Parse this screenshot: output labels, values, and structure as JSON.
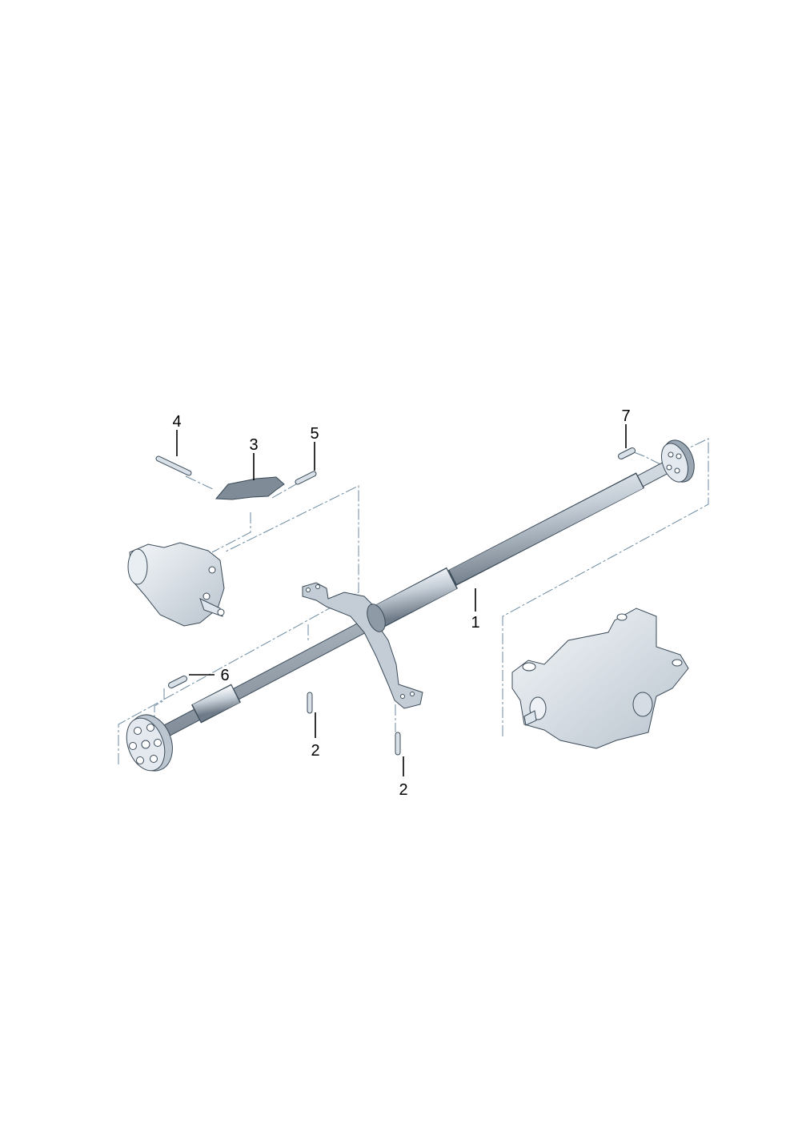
{
  "diagram": {
    "callouts": [
      {
        "id": "1",
        "text": "1"
      },
      {
        "id": "2a",
        "text": "2"
      },
      {
        "id": "2b",
        "text": "2"
      },
      {
        "id": "3",
        "text": "3"
      },
      {
        "id": "4",
        "text": "4"
      },
      {
        "id": "5",
        "text": "5"
      },
      {
        "id": "6",
        "text": "6"
      },
      {
        "id": "7",
        "text": "7"
      }
    ],
    "colors": {
      "part_fill": "#dfe5ec",
      "part_shade": "#8e9aa6",
      "outline": "#3a4a58",
      "dash": "#6b8aa0"
    }
  }
}
